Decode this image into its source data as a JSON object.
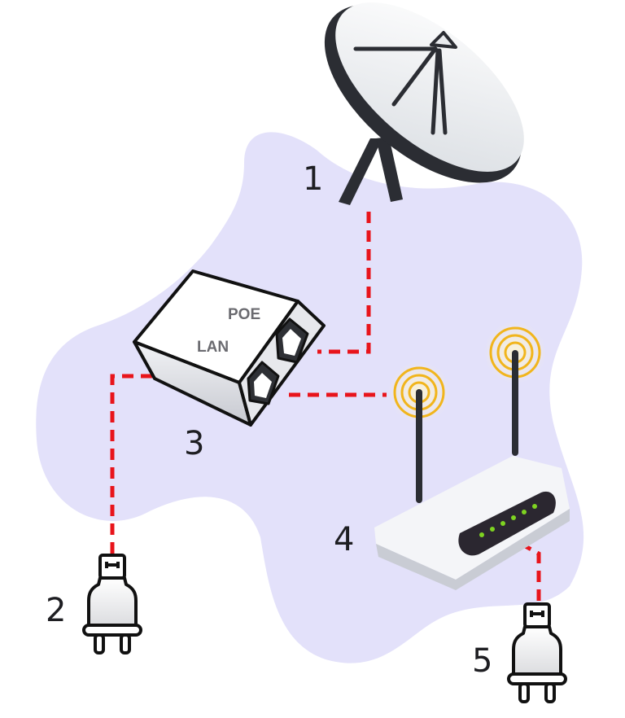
{
  "diagram": {
    "type": "network-setup",
    "colors": {
      "background": "#ffffff",
      "blob": "#e3e1fa",
      "cable": "#e8141b",
      "outline": "#111111",
      "device_dark": "#2b2d33",
      "signal": "#f1b51c",
      "led": "#7ed321"
    },
    "nodes": [
      {
        "id": "1",
        "label": "1",
        "device": "Satellite dish",
        "icon": "satellite-dish-icon"
      },
      {
        "id": "2",
        "label": "2",
        "device": "Power plug",
        "icon": "power-plug-icon"
      },
      {
        "id": "3",
        "label": "3",
        "device": "PoE injector",
        "icon": "poe-injector-icon",
        "ports": [
          {
            "name": "POE"
          },
          {
            "name": "LAN"
          }
        ]
      },
      {
        "id": "4",
        "label": "4",
        "device": "Wireless router",
        "icon": "wifi-router-icon",
        "leds": 6
      },
      {
        "id": "5",
        "label": "5",
        "device": "Power plug",
        "icon": "power-plug-icon"
      }
    ],
    "connections": [
      {
        "from": "1",
        "to": "3",
        "via_port": "POE",
        "style": "dashed"
      },
      {
        "from": "2",
        "to": "3",
        "style": "dashed"
      },
      {
        "from": "3",
        "to": "4",
        "via_port": "LAN",
        "style": "dashed"
      },
      {
        "from": "5",
        "to": "4",
        "style": "dashed"
      }
    ]
  }
}
